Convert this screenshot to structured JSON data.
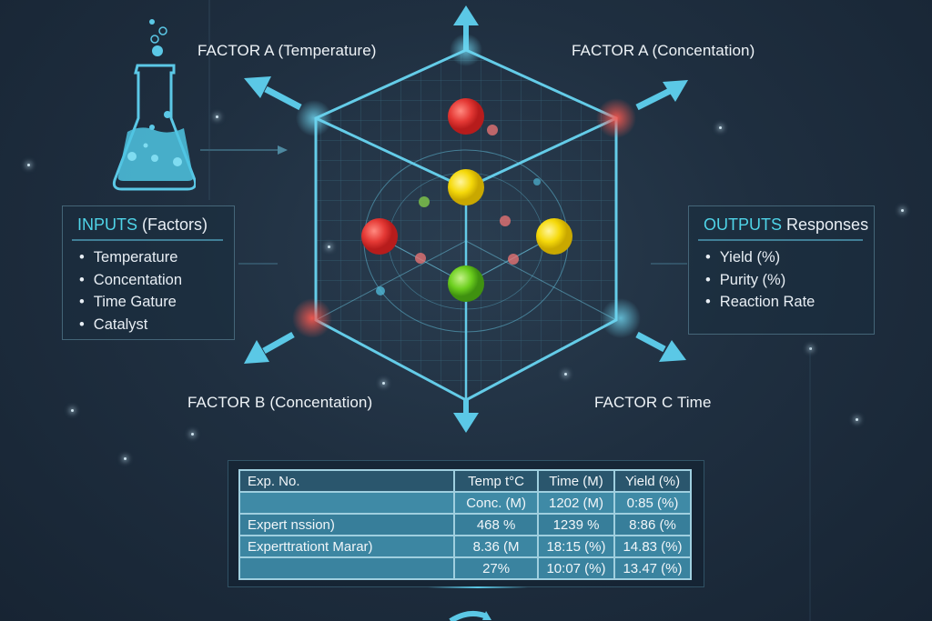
{
  "factors": {
    "top_left": "FACTOR A (Temperature)",
    "top_right": "FACTOR A (Concentation)",
    "bottom_left": "FACTOR B (Concentation)",
    "bottom_right": "FACTOR C Time"
  },
  "inputs_panel": {
    "title_accent": "INPUTS",
    "title_rest": " (Factors)",
    "items": [
      "Temperature",
      "Concentation",
      "Time  Gature",
      "Catalyst"
    ]
  },
  "outputs_panel": {
    "title_accent": "OUTPUTS",
    "title_rest": " Responses",
    "items": [
      "Yield (%)",
      "Purity (%)",
      "Reaction Rate"
    ]
  },
  "table": {
    "headers": [
      "Exp. No.",
      "Temp t°C",
      "Time (M)",
      "Yield (%)"
    ],
    "rows": [
      [
        "",
        "Conc. (M)",
        "1202 (M)",
        "0:85 (%)"
      ],
      [
        "Expert nssion)",
        "468 %",
        "1239 %",
        "8:86 (%"
      ],
      [
        "Experttrationt Marar)",
        "8.36 (M",
        "18:15 (%)",
        "14.83 (%)"
      ],
      [
        "",
        "27%",
        "10:07 (%)",
        "13.47 (%)"
      ]
    ]
  },
  "cube": {
    "points": [
      {
        "color": "red",
        "role": "top-center"
      },
      {
        "color": "yellow",
        "role": "center"
      },
      {
        "color": "red",
        "role": "left"
      },
      {
        "color": "yellow",
        "role": "right"
      },
      {
        "color": "green",
        "role": "bottom-center"
      },
      {
        "color": "red",
        "role": "corner-top-right"
      },
      {
        "color": "red",
        "role": "corner-bottom-left"
      }
    ]
  },
  "colors": {
    "background": "#1f2f40",
    "accent_cyan": "#5bc8e6",
    "point_red": "#e53935",
    "point_yellow": "#f5d90a",
    "point_green": "#6ccf1e",
    "table_header": "#2a566d",
    "table_row": "#3f8aa6"
  }
}
